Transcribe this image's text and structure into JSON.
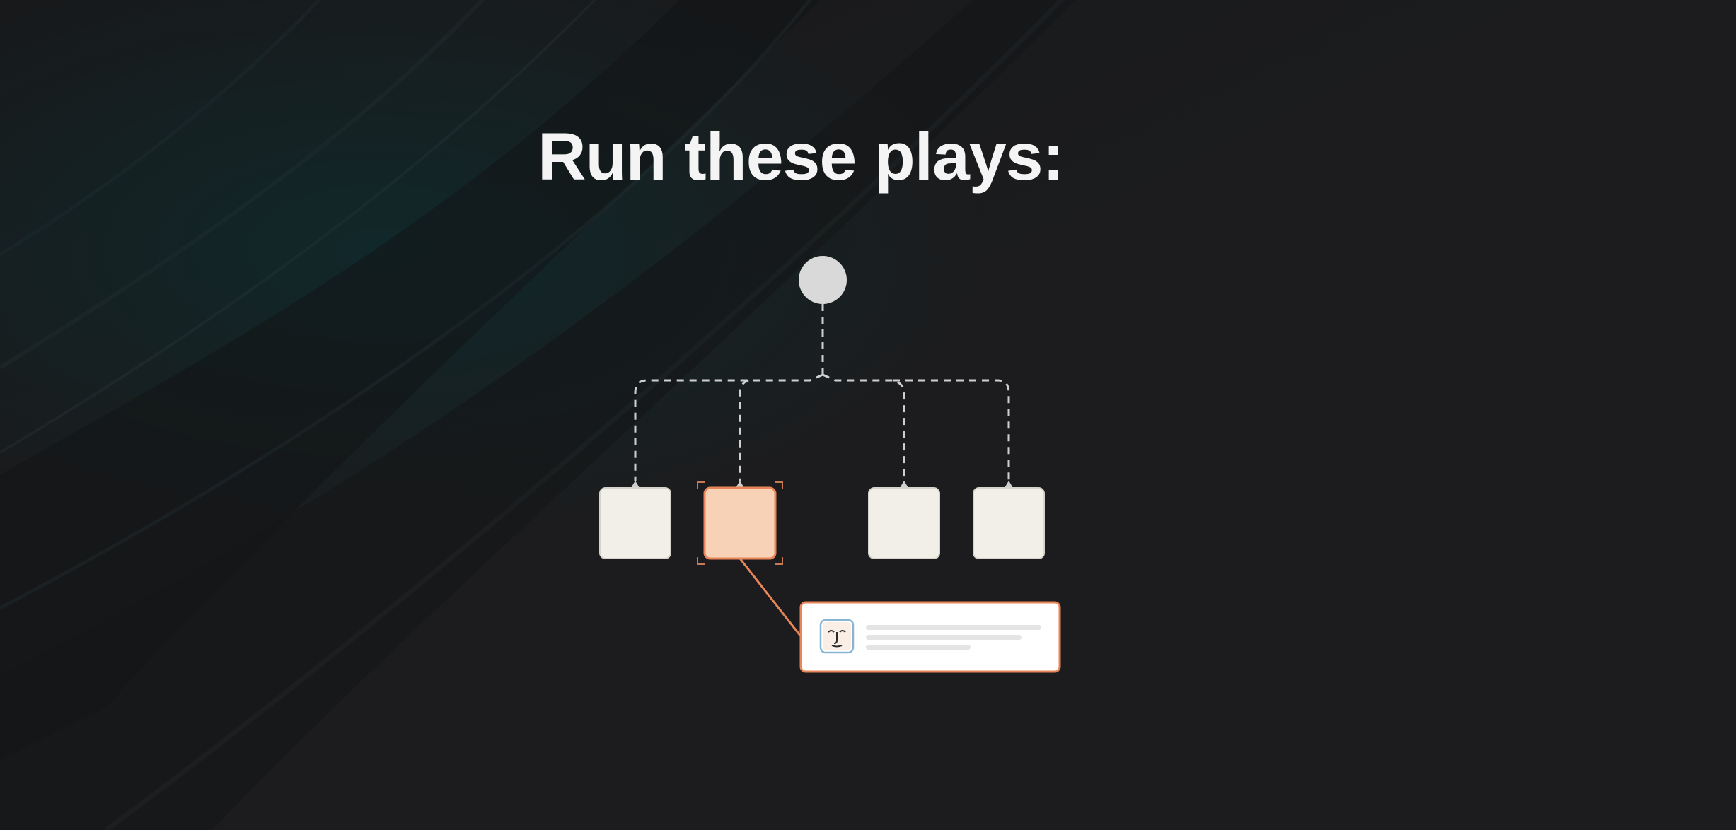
{
  "headline": "Run these plays:",
  "colors": {
    "background": "#1c1c1e",
    "highlight_fill": "#f8d2b6",
    "highlight_stroke": "#e8865a",
    "node_fill": "#f1efe8",
    "root_fill": "#d9d9d9",
    "connector": "#cfcfcf"
  },
  "diagram": {
    "root": {
      "icon": "circle-node"
    },
    "plays": [
      {
        "state": "default"
      },
      {
        "state": "selected"
      },
      {
        "state": "default"
      },
      {
        "state": "default"
      }
    ],
    "detail_card": {
      "icon": "face-icon"
    }
  }
}
